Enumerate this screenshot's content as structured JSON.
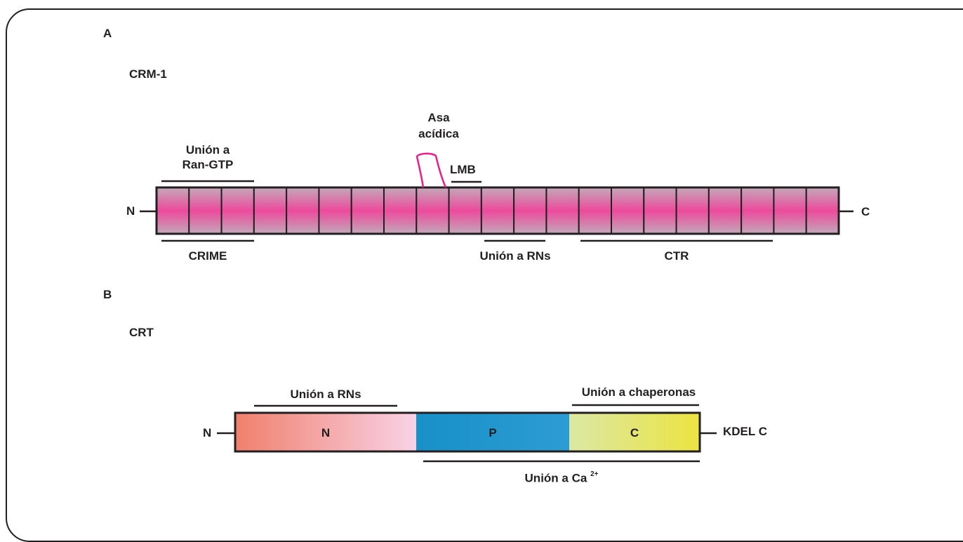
{
  "panel_a": {
    "letter": "A",
    "protein": "CRM-1",
    "n_term": "N",
    "c_term": "C",
    "segment_count": 21,
    "labels": {
      "ran_gtp_1": "Unión a",
      "ran_gtp_2": "Ran-GTP",
      "acidic_1": "Asa",
      "acidic_2": "acídica",
      "lmb": "LMB",
      "crime": "CRIME",
      "rns": "Unión a RNs",
      "ctr": "CTR"
    }
  },
  "panel_b": {
    "letter": "B",
    "protein": "CRT",
    "n_term": "N",
    "c_term": "KDEL C",
    "domains": {
      "n": "N",
      "p": "P",
      "c": "C"
    },
    "labels": {
      "rns": "Unión a RNs",
      "chaperonas": "Unión a chaperonas",
      "ca": "Unión a Ca",
      "ca_sup": "2+"
    }
  },
  "colors": {
    "outline": "#231f20",
    "crm_segment_dark": "#ec4a9c",
    "crm_segment_light": "#c3a9b9",
    "acidic_loop": "#ec1c8c",
    "crt_n_start": "#f0806c",
    "crt_n_end": "#f9d2e6",
    "crt_p_left": "#1890c8",
    "crt_p_right": "#2d9cd4",
    "crt_c_start": "#dbe8a4",
    "crt_c_end": "#ece342"
  }
}
